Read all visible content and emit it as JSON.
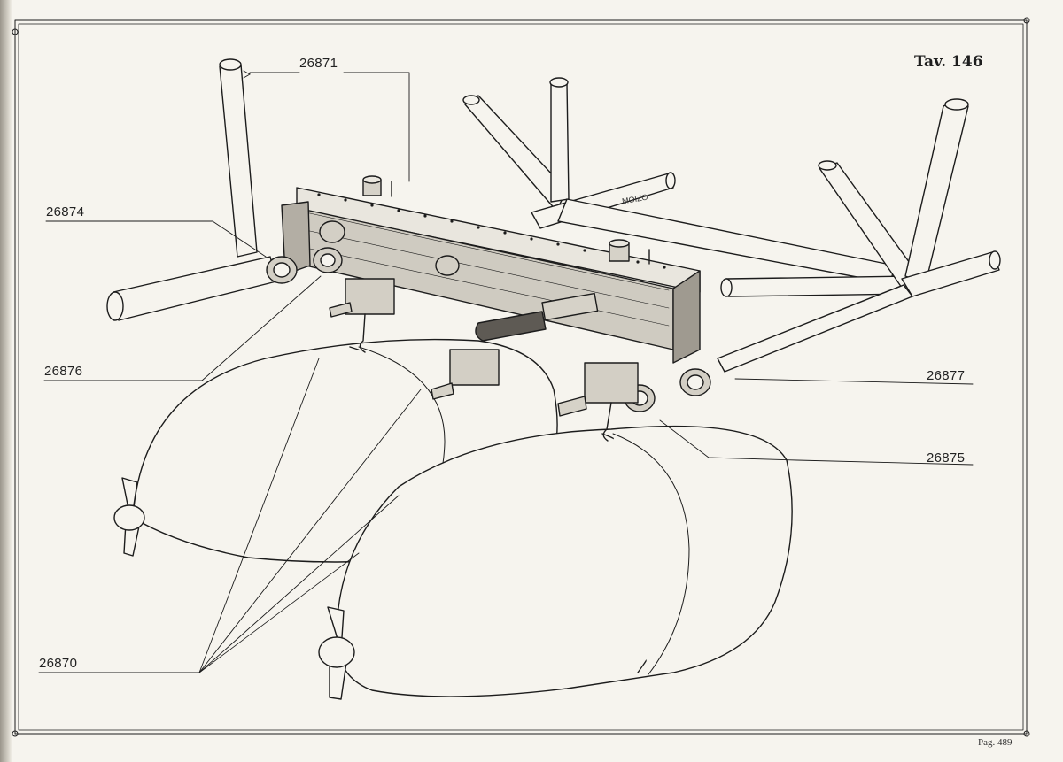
{
  "plate": {
    "title": "Tav. 146",
    "page_number": "Pag. 489",
    "maker_mark": "MOIZO"
  },
  "callouts": [
    {
      "id": "c26871",
      "label": "26871"
    },
    {
      "id": "c26874",
      "label": "26874"
    },
    {
      "id": "c26876",
      "label": "26876"
    },
    {
      "id": "c26877",
      "label": "26877"
    },
    {
      "id": "c26875",
      "label": "26875"
    },
    {
      "id": "c26870",
      "label": "26870"
    }
  ],
  "colors": {
    "ink": "#1c1c1c",
    "paper": "#f6f4ee"
  }
}
